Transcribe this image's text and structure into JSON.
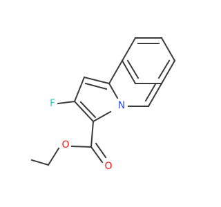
{
  "molecule": {
    "atoms": [
      {
        "label": "F",
        "color": "#33cccc"
      },
      {
        "label": "N",
        "color": "#3050f8"
      },
      {
        "label": "O",
        "color": "#ff0d0d"
      },
      {
        "label": "O",
        "color": "#ff0d0d"
      }
    ],
    "bond_color": "#3a3a3a"
  }
}
